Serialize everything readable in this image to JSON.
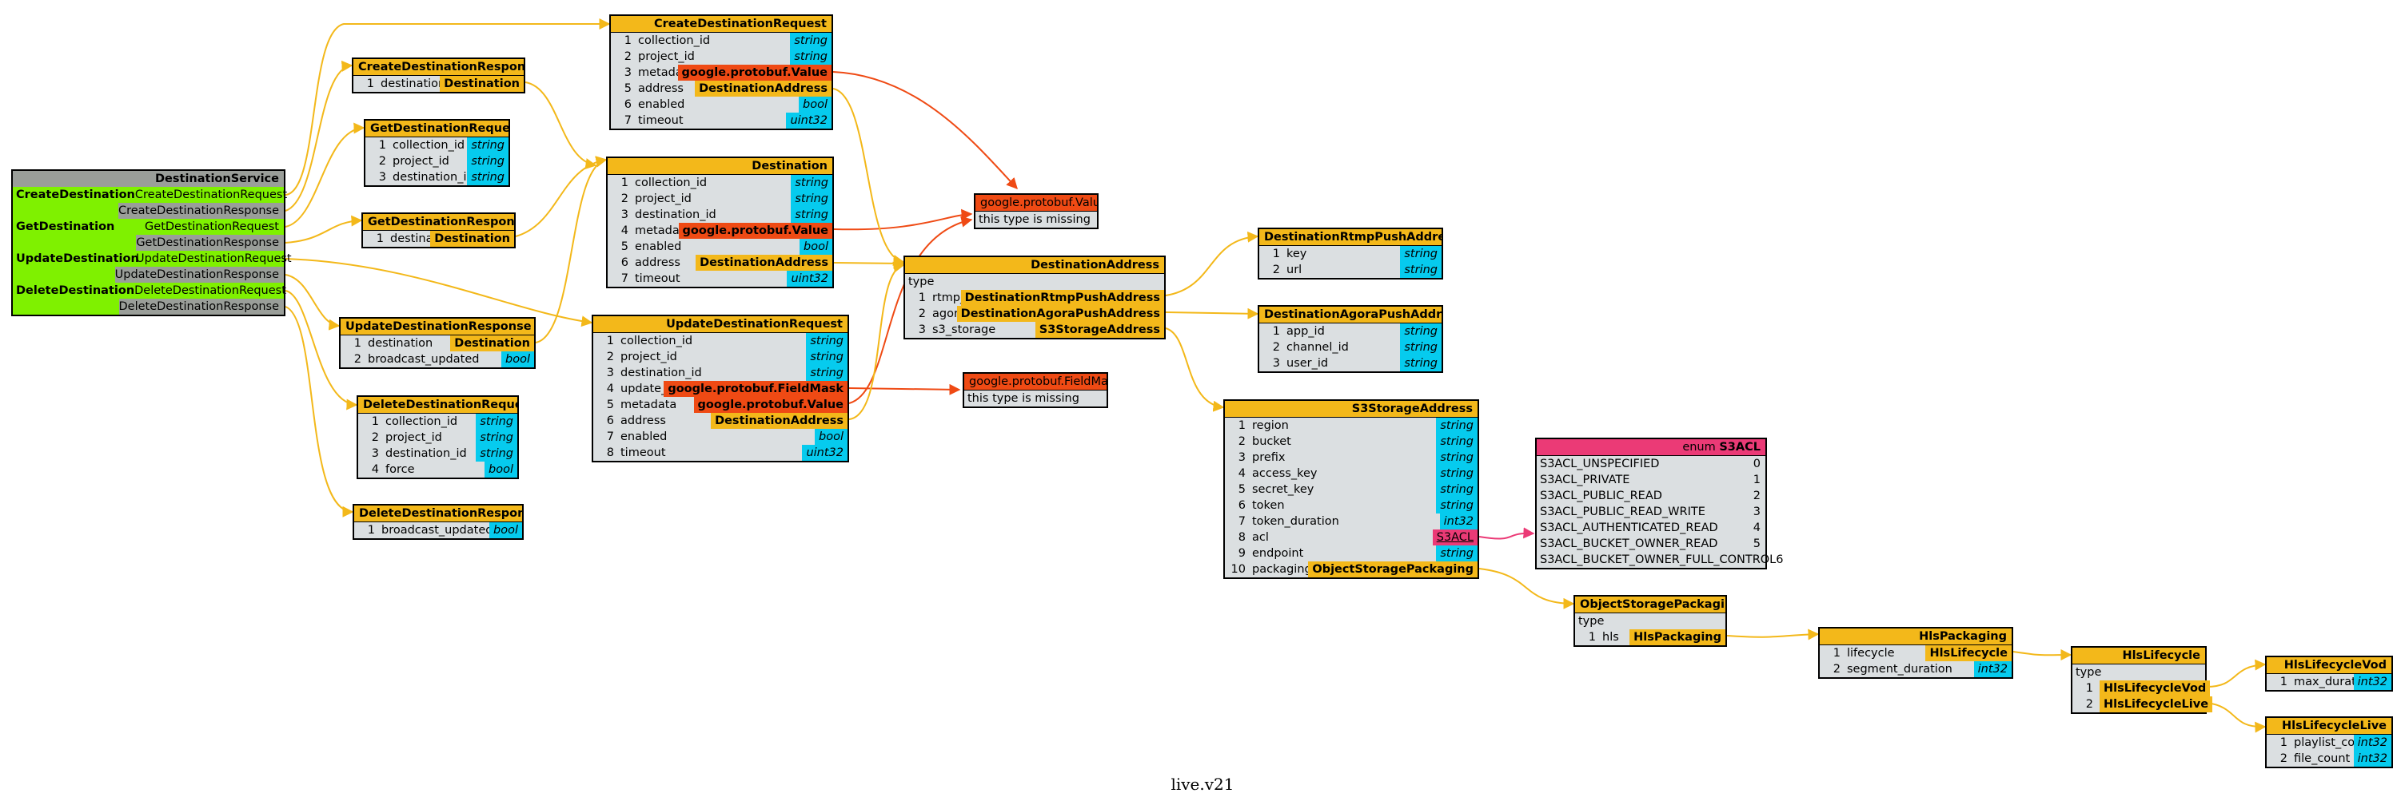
{
  "caption": "live.v21",
  "colors": {
    "message": "#f3b81a",
    "scalar": "#06cbee",
    "external": "#ef4a14",
    "enum": "#eb3a76",
    "service": "#7ff100",
    "service_header": "#9a9e99",
    "field_bg": "#dbdfe1"
  },
  "service": {
    "name": "DestinationService",
    "rpcs": [
      {
        "name": "CreateDestination",
        "request": "CreateDestinationRequest",
        "response": "CreateDestinationResponse"
      },
      {
        "name": "GetDestination",
        "request": "GetDestinationRequest",
        "response": "GetDestinationResponse"
      },
      {
        "name": "UpdateDestination",
        "request": "UpdateDestinationRequest",
        "response": "UpdateDestinationResponse"
      },
      {
        "name": "DeleteDestination",
        "request": "DeleteDestinationRequest",
        "response": "DeleteDestinationResponse"
      }
    ]
  },
  "messages": {
    "CreateDestinationResponse": {
      "title": "CreateDestinationResponse",
      "fields": [
        {
          "num": "1",
          "name": "destination",
          "type": "Destination",
          "kind": "msg"
        }
      ]
    },
    "GetDestinationRequest": {
      "title": "GetDestinationRequest",
      "fields": [
        {
          "num": "1",
          "name": "collection_id",
          "type": "string",
          "kind": "scalar"
        },
        {
          "num": "2",
          "name": "project_id",
          "type": "string",
          "kind": "scalar"
        },
        {
          "num": "3",
          "name": "destination_id",
          "type": "string",
          "kind": "scalar"
        }
      ]
    },
    "GetDestinationResponse": {
      "title": "GetDestinationResponse",
      "fields": [
        {
          "num": "1",
          "name": "destination",
          "type": "Destination",
          "kind": "msg"
        }
      ]
    },
    "UpdateDestinationResponse": {
      "title": "UpdateDestinationResponse",
      "fields": [
        {
          "num": "1",
          "name": "destination",
          "type": "Destination",
          "kind": "msg"
        },
        {
          "num": "2",
          "name": "broadcast_updated",
          "type": "bool",
          "kind": "scalar"
        }
      ]
    },
    "DeleteDestinationRequest": {
      "title": "DeleteDestinationRequest",
      "fields": [
        {
          "num": "1",
          "name": "collection_id",
          "type": "string",
          "kind": "scalar"
        },
        {
          "num": "2",
          "name": "project_id",
          "type": "string",
          "kind": "scalar"
        },
        {
          "num": "3",
          "name": "destination_id",
          "type": "string",
          "kind": "scalar"
        },
        {
          "num": "4",
          "name": "force",
          "type": "bool",
          "kind": "scalar"
        }
      ]
    },
    "DeleteDestinationResponse": {
      "title": "DeleteDestinationResponse",
      "fields": [
        {
          "num": "1",
          "name": "broadcast_updated",
          "type": "bool",
          "kind": "scalar"
        }
      ]
    },
    "CreateDestinationRequest": {
      "title": "CreateDestinationRequest",
      "fields": [
        {
          "num": "1",
          "name": "collection_id",
          "type": "string",
          "kind": "scalar"
        },
        {
          "num": "2",
          "name": "project_id",
          "type": "string",
          "kind": "scalar"
        },
        {
          "num": "3",
          "name": "metadata",
          "type": "google.protobuf.Value",
          "kind": "ext"
        },
        {
          "num": "5",
          "name": "address",
          "type": "DestinationAddress",
          "kind": "msg"
        },
        {
          "num": "6",
          "name": "enabled",
          "type": "bool",
          "kind": "scalar"
        },
        {
          "num": "7",
          "name": "timeout",
          "type": "uint32",
          "kind": "scalar"
        }
      ]
    },
    "Destination": {
      "title": "Destination",
      "fields": [
        {
          "num": "1",
          "name": "collection_id",
          "type": "string",
          "kind": "scalar"
        },
        {
          "num": "2",
          "name": "project_id",
          "type": "string",
          "kind": "scalar"
        },
        {
          "num": "3",
          "name": "destination_id",
          "type": "string",
          "kind": "scalar"
        },
        {
          "num": "4",
          "name": "metadata",
          "type": "google.protobuf.Value",
          "kind": "ext"
        },
        {
          "num": "5",
          "name": "enabled",
          "type": "bool",
          "kind": "scalar"
        },
        {
          "num": "6",
          "name": "address",
          "type": "DestinationAddress",
          "kind": "msg"
        },
        {
          "num": "7",
          "name": "timeout",
          "type": "uint32",
          "kind": "scalar"
        }
      ]
    },
    "UpdateDestinationRequest": {
      "title": "UpdateDestinationRequest",
      "fields": [
        {
          "num": "1",
          "name": "collection_id",
          "type": "string",
          "kind": "scalar"
        },
        {
          "num": "2",
          "name": "project_id",
          "type": "string",
          "kind": "scalar"
        },
        {
          "num": "3",
          "name": "destination_id",
          "type": "string",
          "kind": "scalar"
        },
        {
          "num": "4",
          "name": "update_mask",
          "type": "google.protobuf.FieldMask",
          "kind": "ext"
        },
        {
          "num": "5",
          "name": "metadata",
          "type": "google.protobuf.Value",
          "kind": "ext"
        },
        {
          "num": "6",
          "name": "address",
          "type": "DestinationAddress",
          "kind": "msg"
        },
        {
          "num": "7",
          "name": "enabled",
          "type": "bool",
          "kind": "scalar"
        },
        {
          "num": "8",
          "name": "timeout",
          "type": "uint32",
          "kind": "scalar"
        }
      ]
    },
    "DestinationAddress": {
      "title": "DestinationAddress",
      "type_label": "type",
      "fields": [
        {
          "num": "1",
          "name": "rtmp_push",
          "type": "DestinationRtmpPushAddress",
          "kind": "msg"
        },
        {
          "num": "2",
          "name": "agora",
          "type": "DestinationAgoraPushAddress",
          "kind": "msg"
        },
        {
          "num": "3",
          "name": "s3_storage",
          "type": "S3StorageAddress",
          "kind": "msg"
        }
      ]
    },
    "DestinationRtmpPushAddress": {
      "title": "DestinationRtmpPushAddress",
      "fields": [
        {
          "num": "1",
          "name": "key",
          "type": "string",
          "kind": "scalar"
        },
        {
          "num": "2",
          "name": "url",
          "type": "string",
          "kind": "scalar"
        }
      ]
    },
    "DestinationAgoraPushAddress": {
      "title": "DestinationAgoraPushAddress",
      "fields": [
        {
          "num": "1",
          "name": "app_id",
          "type": "string",
          "kind": "scalar"
        },
        {
          "num": "2",
          "name": "channel_id",
          "type": "string",
          "kind": "scalar"
        },
        {
          "num": "3",
          "name": "user_id",
          "type": "string",
          "kind": "scalar"
        }
      ]
    },
    "S3StorageAddress": {
      "title": "S3StorageAddress",
      "fields": [
        {
          "num": "1",
          "name": "region",
          "type": "string",
          "kind": "scalar"
        },
        {
          "num": "2",
          "name": "bucket",
          "type": "string",
          "kind": "scalar"
        },
        {
          "num": "3",
          "name": "prefix",
          "type": "string",
          "kind": "scalar"
        },
        {
          "num": "4",
          "name": "access_key",
          "type": "string",
          "kind": "scalar"
        },
        {
          "num": "5",
          "name": "secret_key",
          "type": "string",
          "kind": "scalar"
        },
        {
          "num": "6",
          "name": "token",
          "type": "string",
          "kind": "scalar"
        },
        {
          "num": "7",
          "name": "token_duration",
          "type": "int32",
          "kind": "scalar"
        },
        {
          "num": "8",
          "name": "acl",
          "type": "S3ACL",
          "kind": "enm"
        },
        {
          "num": "9",
          "name": "endpoint",
          "type": "string",
          "kind": "scalar"
        },
        {
          "num": "10",
          "name": "packaging",
          "type": "ObjectStoragePackaging",
          "kind": "msg"
        }
      ]
    },
    "ObjectStoragePackaging": {
      "title": "ObjectStoragePackaging",
      "type_label": "type",
      "fields": [
        {
          "num": "1",
          "name": "hls",
          "type": "HlsPackaging",
          "kind": "msg"
        }
      ]
    },
    "HlsPackaging": {
      "title": "HlsPackaging",
      "fields": [
        {
          "num": "1",
          "name": "lifecycle",
          "type": "HlsLifecycle",
          "kind": "msg"
        },
        {
          "num": "2",
          "name": "segment_duration",
          "type": "int32",
          "kind": "scalar"
        }
      ]
    },
    "HlsLifecycle": {
      "title": "HlsLifecycle",
      "type_label": "type",
      "fields": [
        {
          "num": "1",
          "name": "vod",
          "type": "HlsLifecycleVod",
          "kind": "msg"
        },
        {
          "num": "2",
          "name": "live",
          "type": "HlsLifecycleLive",
          "kind": "msg"
        }
      ]
    },
    "HlsLifecycleVod": {
      "title": "HlsLifecycleVod",
      "fields": [
        {
          "num": "1",
          "name": "max_duration",
          "type": "int32",
          "kind": "scalar"
        }
      ]
    },
    "HlsLifecycleLive": {
      "title": "HlsLifecycleLive",
      "fields": [
        {
          "num": "1",
          "name": "playlist_count",
          "type": "int32",
          "kind": "scalar"
        },
        {
          "num": "2",
          "name": "file_count",
          "type": "int32",
          "kind": "scalar"
        }
      ]
    }
  },
  "missing": {
    "value": {
      "title": "google.protobuf.Value",
      "text": "this type is missing"
    },
    "fieldmask": {
      "title": "google.protobuf.FieldMask",
      "text": "this type is missing"
    }
  },
  "enum_s3acl": {
    "label": "enum",
    "title": "S3ACL",
    "values": [
      {
        "name": "S3ACL_UNSPECIFIED",
        "num": "0"
      },
      {
        "name": "S3ACL_PRIVATE",
        "num": "1"
      },
      {
        "name": "S3ACL_PUBLIC_READ",
        "num": "2"
      },
      {
        "name": "S3ACL_PUBLIC_READ_WRITE",
        "num": "3"
      },
      {
        "name": "S3ACL_AUTHENTICATED_READ",
        "num": "4"
      },
      {
        "name": "S3ACL_BUCKET_OWNER_READ",
        "num": "5"
      },
      {
        "name": "S3ACL_BUCKET_OWNER_FULL_CONTROL",
        "num": "6"
      }
    ]
  }
}
